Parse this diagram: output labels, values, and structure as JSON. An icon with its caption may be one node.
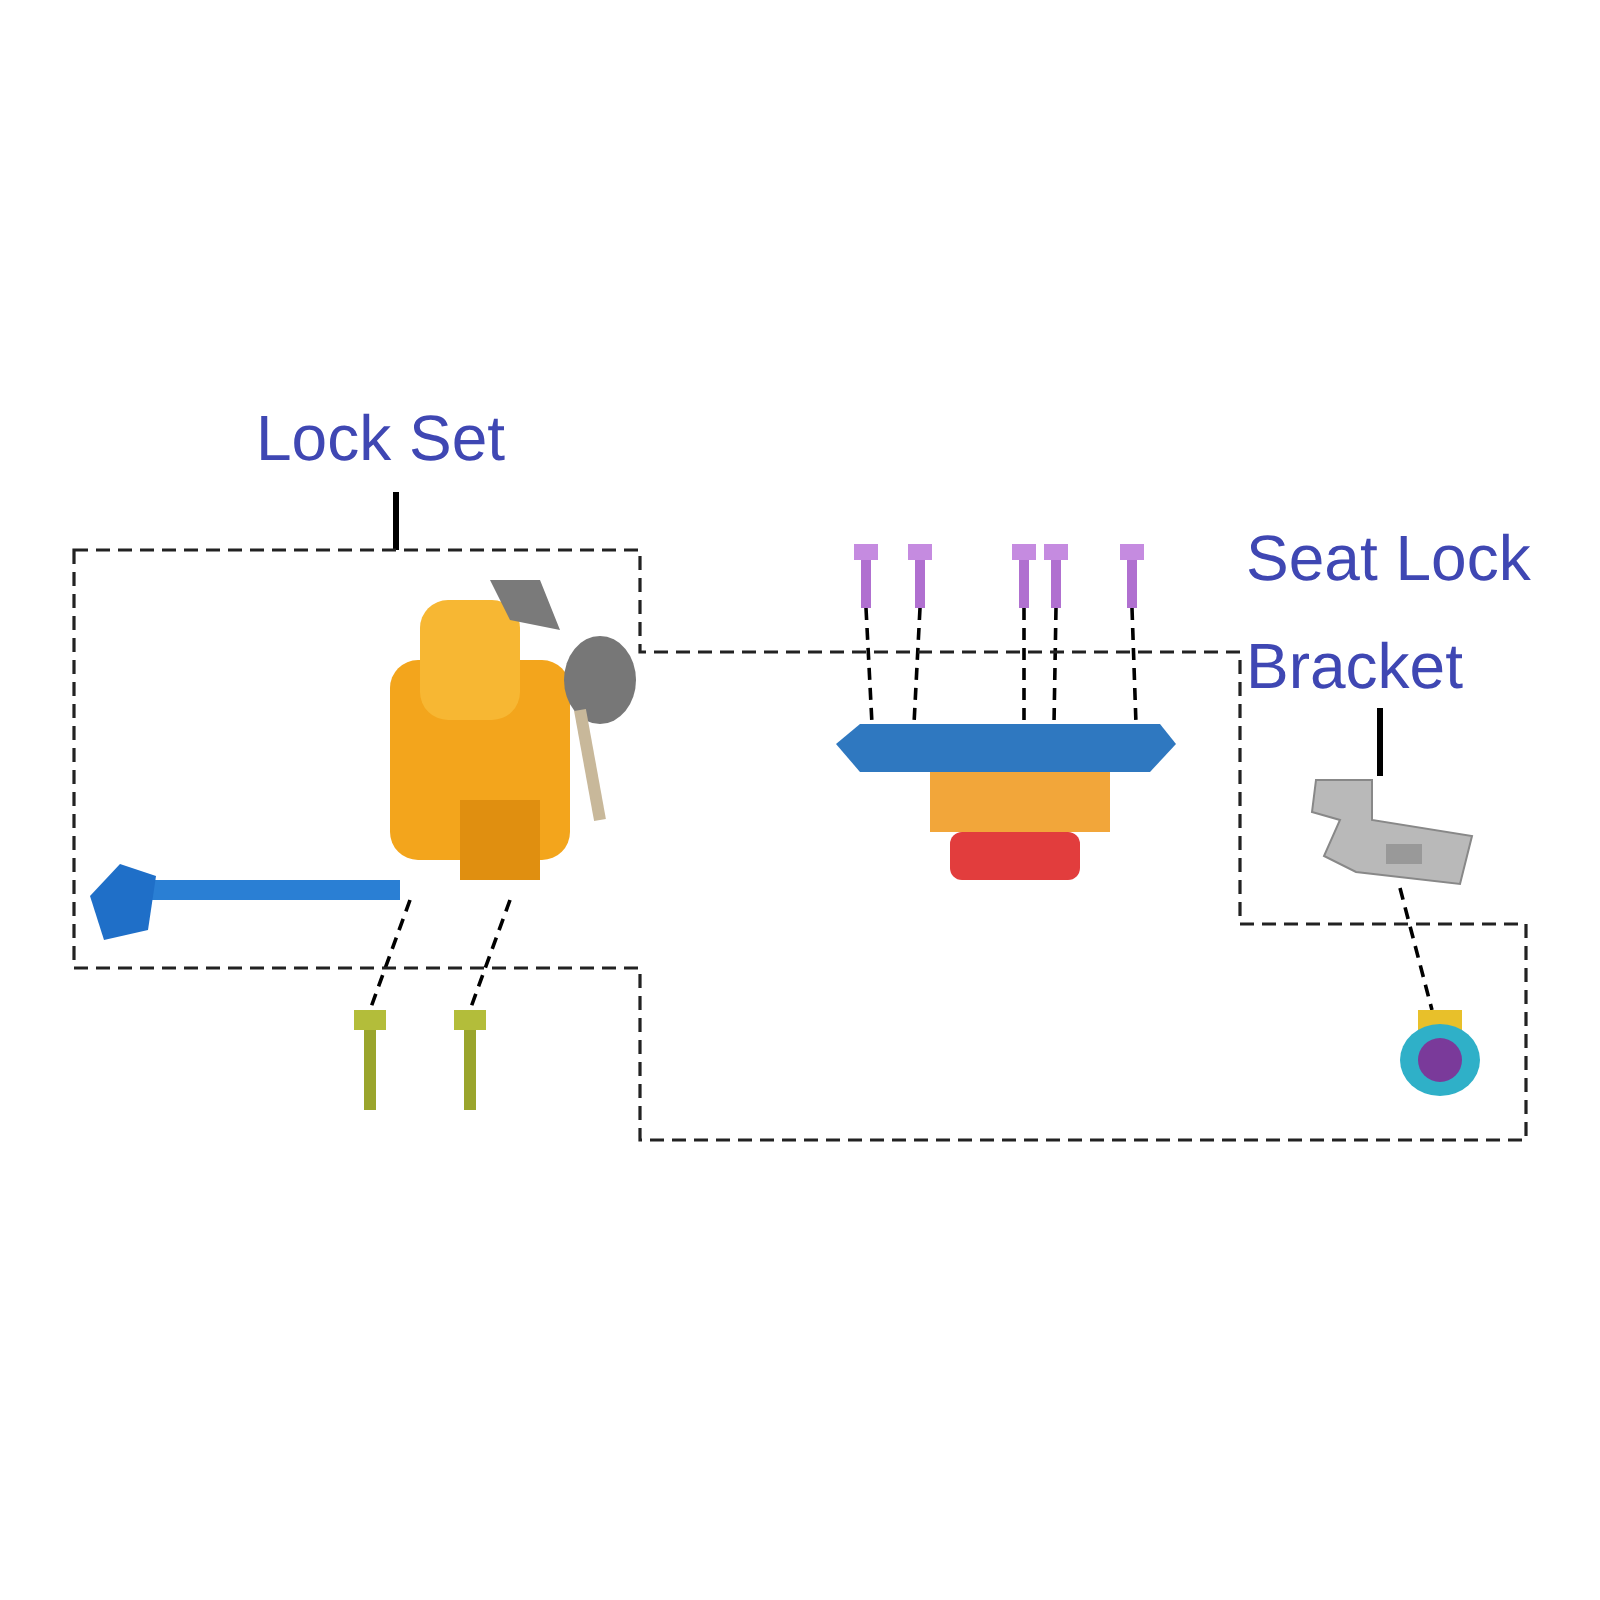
{
  "diagram": {
    "nodes": [
      {
        "text": [
          "Lock Set"
        ]
      },
      {
        "text": [],
        "shape": "box"
      },
      {
        "text": [
          "Seat Lock Bracket"
        ]
      },
      {
        "text": [],
        "shape": "picture"
      },
      {
        "text": [],
        "shape": "picture",
        "in": 1
      }
    ],
    "edges": [
      {
        "from": 0,
        "to": 1,
        "arrow": "none"
      },
      {
        "from": 2,
        "to": 3,
        "arrow": "none"
      },
      {
        "from": 3,
        "to": 4,
        "arrow": "none",
        "style": "dashed"
      }
    ]
  }
}
